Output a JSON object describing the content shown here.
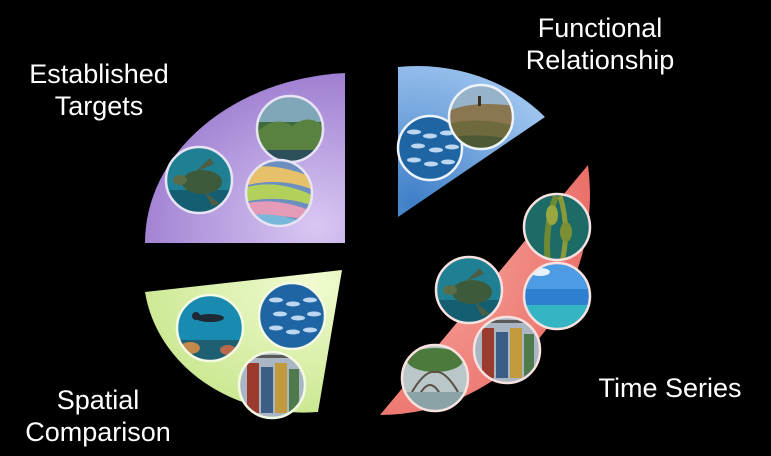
{
  "diagram": {
    "background": "#000000",
    "segments": [
      {
        "id": "established-targets",
        "lines": [
          "Established",
          "Targets"
        ],
        "color": "#a88bd6",
        "photos": [
          "green-island-photo",
          "sea-turtle-photo",
          "oil-sheen-photo"
        ]
      },
      {
        "id": "functional-relationship",
        "lines": [
          "Functional",
          "Relationship"
        ],
        "color": "#5b9ad8",
        "photos": [
          "fish-school-photo",
          "coastal-cliff-photo"
        ]
      },
      {
        "id": "time-series",
        "lines": [
          "Time Series"
        ],
        "color": "#f0807a",
        "photos": [
          "kelp-forest-photo",
          "sea-turtle-photo",
          "ocean-horizon-photo",
          "shipping-containers-photo",
          "mangrove-photo"
        ]
      },
      {
        "id": "spatial-comparison",
        "lines": [
          "Spatial",
          "Comparison"
        ],
        "color": "#d7f09a",
        "photos": [
          "diver-photo",
          "fish-school-photo",
          "shipping-containers-photo"
        ]
      }
    ]
  }
}
